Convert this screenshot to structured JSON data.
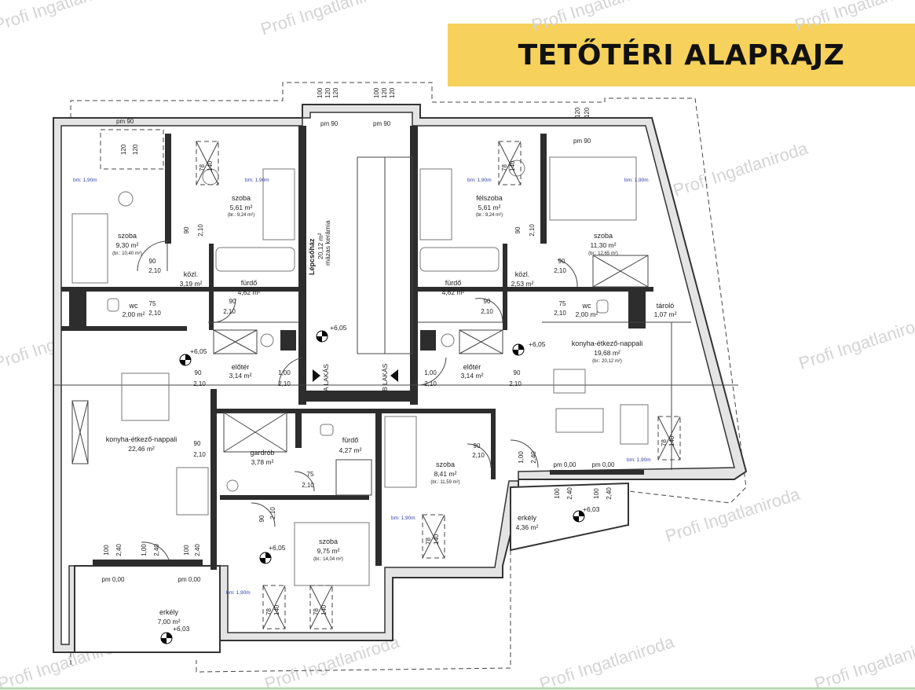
{
  "title": "TETŐTÉRI ALAPRAJZ",
  "watermark": "Profi Ingatlaniroda",
  "colors": {
    "banner": "#f6d25c",
    "wall": "#2d2d2d",
    "outer_wall": "#e4e4e4",
    "height_note": "#2d3fa8"
  },
  "stair": {
    "name": "Lépcsőház",
    "area": "20,12 m²",
    "finish": "mázas kerámia"
  },
  "apartments": {
    "a": "A LAKÁS",
    "b": "B LAKÁS"
  },
  "rooms": {
    "a_szoba_1": {
      "name": "szoba",
      "area": "5,61 m²",
      "gross": "(br.: 9,24 m²)"
    },
    "a_szoba_2": {
      "name": "szoba",
      "area": "9,30 m²",
      "gross": "(br.: 10,40 m²)"
    },
    "a_kozl": {
      "name": "közl.",
      "area": "3,19 m²"
    },
    "a_furdo": {
      "name": "fürdő",
      "area": "4,62 m²"
    },
    "a_wc": {
      "name": "wc",
      "area": "2,00 m²"
    },
    "a_eloter": {
      "name": "előtér",
      "area": "3,14 m²"
    },
    "a_konyha": {
      "name": "konyha-étkező-nappali",
      "area": "22,46 m²"
    },
    "a_gardrob": {
      "name": "gardrób",
      "area": "3,78 m²"
    },
    "a_furdo_2": {
      "name": "fürdő",
      "area": "4,27 m²"
    },
    "a_szoba_3": {
      "name": "szoba",
      "area": "9,75 m²",
      "gross": "(br.: 14,04 m²)"
    },
    "a_erkely": {
      "name": "erkély",
      "area": "7,00 m²"
    },
    "b_felszoba": {
      "name": "félszoba",
      "area": "5,61 m²",
      "gross": "(br.: 9,24 m²)"
    },
    "b_szoba_1": {
      "name": "szoba",
      "area": "11,30 m²",
      "gross": "(br.: 12,65 m²)"
    },
    "b_furdo": {
      "name": "fürdő",
      "area": "4,62 m²"
    },
    "b_kozl": {
      "name": "közl.",
      "area": "2,53 m²"
    },
    "b_wc": {
      "name": "wc",
      "area": "2,00 m²"
    },
    "b_taroló": {
      "name": "tároló",
      "area": "1,07 m²"
    },
    "b_eloter": {
      "name": "előtér",
      "area": "3,14 m²"
    },
    "b_konyha": {
      "name": "konyha-étkező-nappali",
      "area": "19,68 m²",
      "gross": "(br.: 20,12 m²)"
    },
    "b_szoba_2": {
      "name": "szoba",
      "area": "8,41 m²",
      "gross": "(br.: 11,59 m²)"
    },
    "b_erkely": {
      "name": "erkély",
      "area": "4,36 m²"
    }
  },
  "levels": {
    "stair": "+6,05",
    "a_living": "+6,05",
    "a_room": "+6,05",
    "b_living": "+6,05",
    "a_balcony": "+6,03",
    "b_balcony": "+6,03"
  },
  "height_note": "bm: 1,90m",
  "dims": {
    "pm90": "pm 90",
    "pm000": "pm 0,00",
    "d120": "120",
    "d100": "100",
    "d90": "90",
    "d210": "2,10",
    "d75": "75",
    "d78": "78",
    "d140": "140",
    "d240": "2,40",
    "d1": "1,00",
    "d100b": "1,00"
  }
}
